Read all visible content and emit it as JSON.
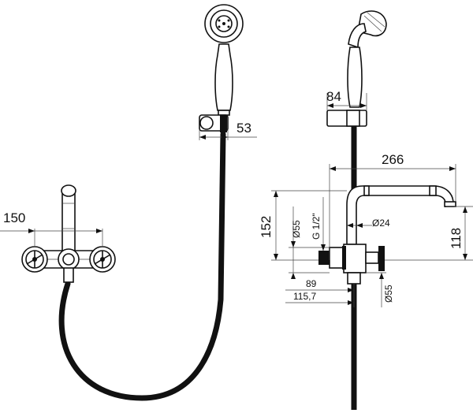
{
  "dimensions": {
    "front_width": "150",
    "holder_width": "53",
    "side_holder_width": "84",
    "spout_reach": "266",
    "total_height": "152",
    "spout_height": "118",
    "outlet_diameter": "Ø24",
    "body_diameter": "Ø55",
    "thread": "G 1/2\"",
    "wall_offset": "89",
    "wall_depth": "115,7",
    "flange_diameter": "Ø55"
  },
  "colors": {
    "line": "#111111",
    "background": "#ffffff"
  }
}
